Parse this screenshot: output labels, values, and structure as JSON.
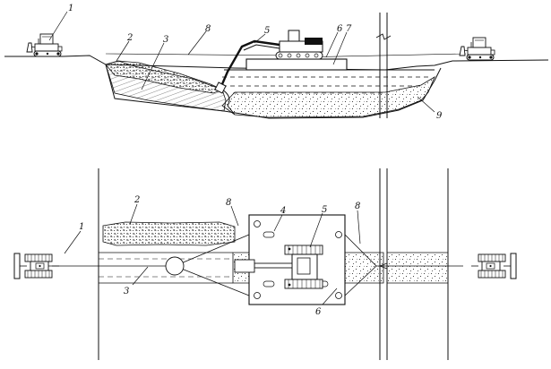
{
  "diagram": {
    "colors": {
      "ink": "#111111",
      "fill": "#ffffff"
    },
    "side_view": {
      "callouts": [
        "1",
        "2",
        "3",
        "8",
        "5",
        "6",
        "7",
        "9"
      ]
    },
    "plan_view": {
      "callouts": [
        "1",
        "2",
        "3",
        "8",
        "4",
        "5",
        "8",
        "6"
      ]
    }
  }
}
